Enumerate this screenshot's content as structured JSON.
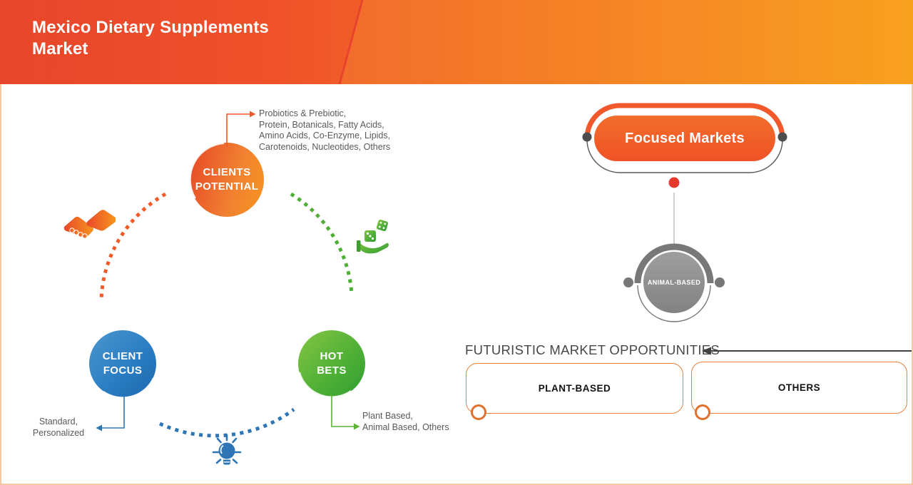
{
  "header": {
    "title": "Mexico Dietary Supplements\nMarket"
  },
  "cycle": {
    "nodes": [
      {
        "id": "clients-potential",
        "label": "CLIENTS\nPOTENTIAL",
        "annotation": "Probiotics & Prebiotic,\nProtein, Botanicals, Fatty Acids,\nAmino Acids, Co-Enzyme, Lipids,\nCarotenoids, Nucleotides, Others"
      },
      {
        "id": "client-focus",
        "label": "CLIENT\nFOCUS",
        "annotation": "Standard,\nPersonalized"
      },
      {
        "id": "hot-bets",
        "label": "HOT\nBETS",
        "annotation": "Plant Based,\nAnimal Based, Others"
      }
    ],
    "icons": [
      "handshake-icon",
      "hand-dice-icon",
      "lightbulb-icon"
    ]
  },
  "right": {
    "focused_markets_label": "Focused Markets",
    "animal_based_label": "ANIMAL-BASED",
    "opportunities_title": "FUTURISTIC MARKET OPPORTUNITIES",
    "opportunity_boxes": [
      {
        "label": "PLANT-BASED"
      },
      {
        "label": "OTHERS"
      }
    ]
  },
  "colors": {
    "header_gradient_left": "#e7462b",
    "header_gradient_right": "#f89c1e",
    "accent_orange": "#f15a29",
    "accent_blue": "#2e75b6",
    "accent_green": "#4fae34",
    "gray_node": "#8a8a8a",
    "red_dot": "#e6392c",
    "box_border": "#e8803c",
    "annotation_text": "#58595b",
    "arrow_dark": "#414141",
    "page_border": "#f7c9a2"
  }
}
